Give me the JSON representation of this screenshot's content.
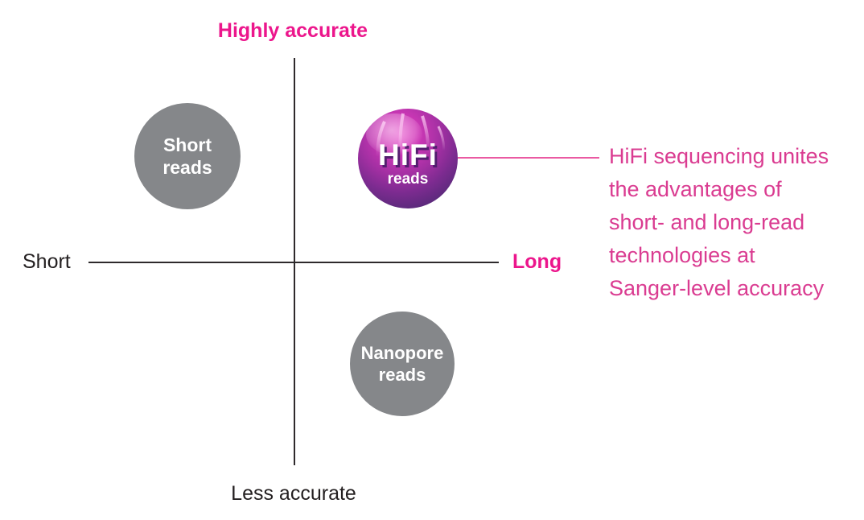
{
  "diagram": {
    "axes": {
      "top_label": "Highly accurate",
      "bottom_label": "Less accurate",
      "left_label": "Short",
      "right_label": "Long"
    },
    "bubbles": {
      "short_reads": "Short\nreads",
      "hifi_title": "HiFi",
      "hifi_subtitle": "reads",
      "nanopore_reads": "Nanopore\nreads"
    },
    "annotation": "HiFi sequencing unites\nthe advantages of\nshort- and long-read\ntechnologies at\nSanger-level accuracy"
  },
  "colors": {
    "magenta_bold": "#EC168C",
    "annotation_pink": "#DA3C91",
    "connector_pink": "#EA5AA2",
    "axis_dark": "#2E2A2C",
    "text_dark": "#231F20",
    "bubble_gray": "#85878A",
    "hifi_sphere_top": "#C937B4",
    "hifi_sphere_bottom": "#44205F"
  }
}
